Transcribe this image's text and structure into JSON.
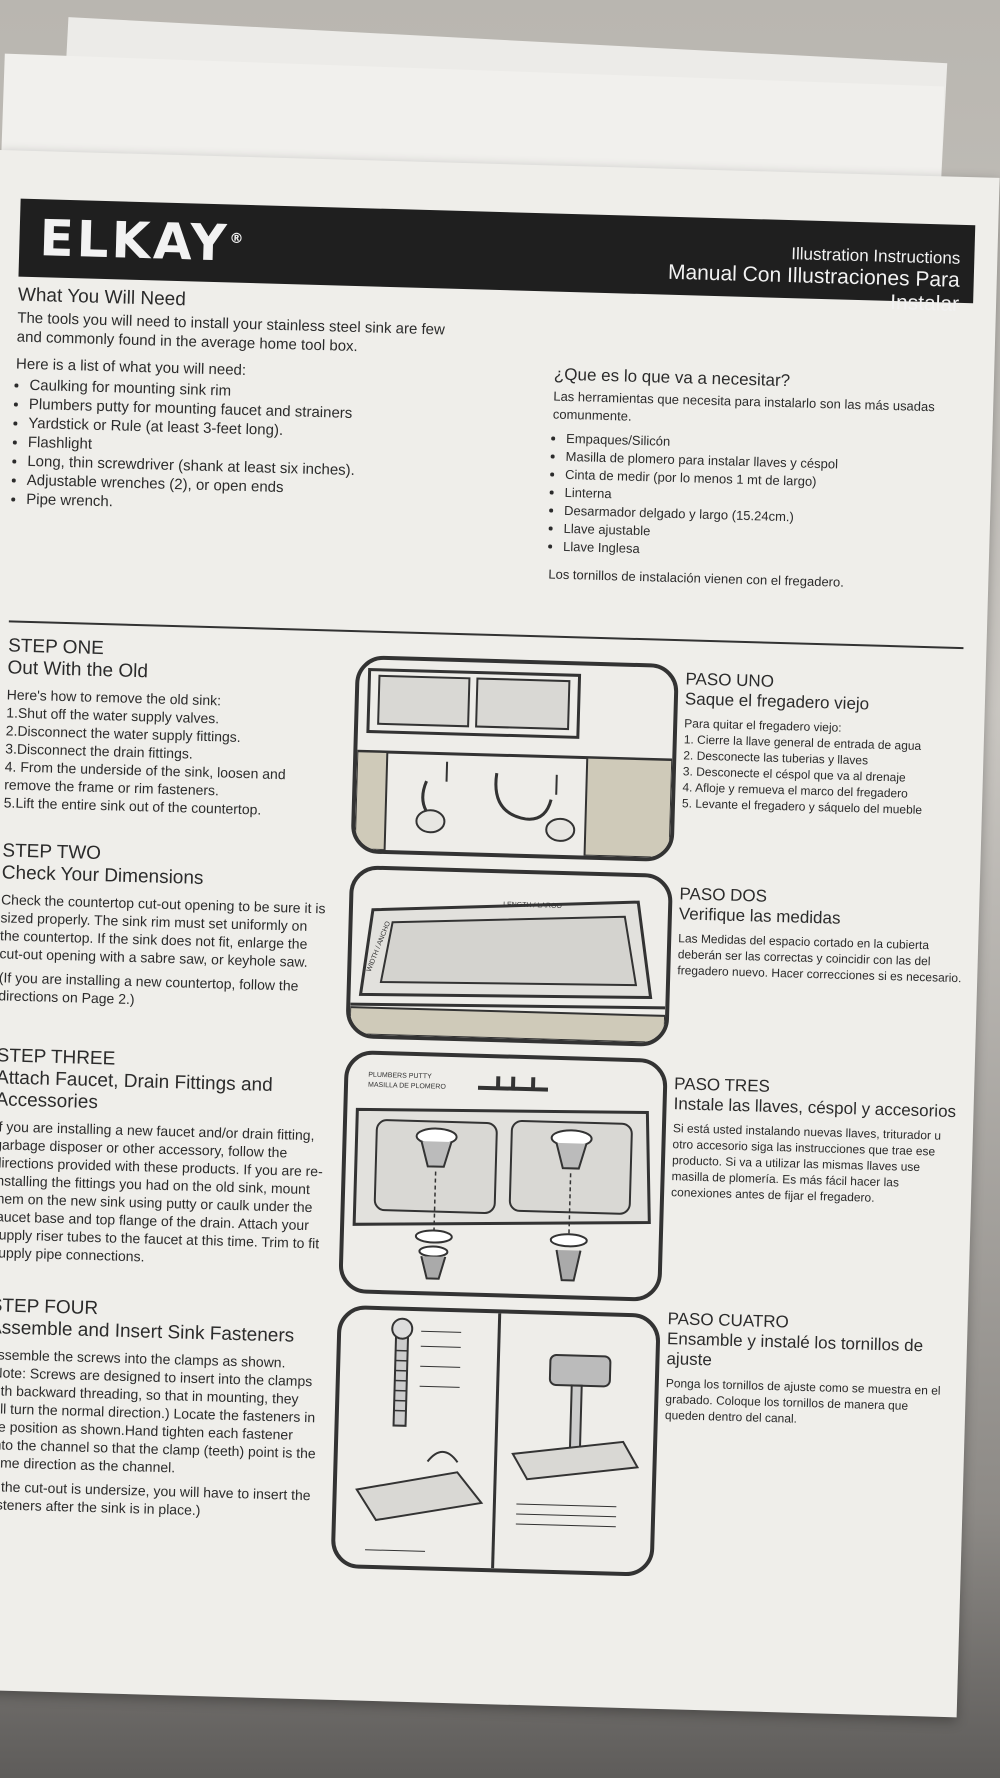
{
  "header": {
    "logo": "ELKAY",
    "title_en": "Illustration Instructions",
    "title_es": "Manual Con Illustraciones Para Instalar"
  },
  "what_you_need": {
    "heading": "What You Will Need",
    "intro": "The tools you will need to install your stainless steel sink are few and commonly found in the average home tool box.",
    "list_intro": "Here is a list of what you will need:",
    "items": [
      "Caulking for mounting sink rim",
      "Plumbers putty for mounting faucet and strainers",
      "Yardstick or Rule (at least 3-feet long).",
      "Flashlight",
      "Long, thin screwdriver (shank at least six inches).",
      "Adjustable wrenches (2), or open ends",
      "Pipe wrench."
    ]
  },
  "que_necesitar": {
    "heading": "¿Que es lo que va a necesitar?",
    "intro": "Las herramientas que necesita para instalarlo son las más usadas comunmente.",
    "items": [
      "Empaques/Silicón",
      "Masilla de plomero para instalar llaves y céspol",
      "Cinta de medir (por lo menos 1 mt de largo)",
      "Linterna",
      "Desarmador delgado y largo (15.24cm.)",
      "Llave ajustable",
      "Llave Inglesa"
    ],
    "note": "Los tornillos de instalación vienen con el fregadero."
  },
  "steps": [
    {
      "label": "STEP ONE",
      "title": "Out With the Old",
      "intro": "Here's how to remove the old sink:",
      "items": [
        "1.Shut off the water supply valves.",
        "2.Disconnect the water supply fittings.",
        "3.Disconnect the drain fittings.",
        "4. From the underside of the sink, loosen and remove the frame or rim fasteners.",
        "5.Lift the entire sink out of the countertop."
      ]
    },
    {
      "label": "STEP TWO",
      "title": "Check Your Dimensions",
      "body": "Check the countertop cut-out opening to be sure it is sized properly. The sink rim must set uniformly on the countertop. If the sink does not fit, enlarge the cut-out opening with a sabre saw, or keyhole saw.",
      "note": "(If you are installing a new countertop, follow the directions on Page 2.)"
    },
    {
      "label": "STEP THREE",
      "title": "Attach Faucet, Drain Fittings and Accessories",
      "body": "If you are installing a new faucet and/or drain fitting, garbage disposer or other accessory, follow the directions provided with these products. If you are re-installing the fittings you had on the old sink, mount them on the new sink using putty or caulk under the faucet base and top flange of the drain. Attach your supply riser tubes to the faucet at this time. Trim to fit supply pipe connections."
    },
    {
      "label": "STEP FOUR",
      "title": "Assemble and Insert Sink Fasteners",
      "body": "Assemble the screws into the clamps as shown. (Note: Screws are designed to insert into the clamps with backward threading, so that in mounting, they will turn the normal direction.) Locate the fasteners in the position as shown.Hand tighten each fastener onto the channel so that the clamp (teeth) point is the same direction as the channel.",
      "note": "(If the cut-out is undersize, you will have to insert the fasteners after the sink is in place.)"
    }
  ],
  "pasos": [
    {
      "label": "PASO UNO",
      "title": "Saque el fregadero viejo",
      "intro": "Para quitar el fregadero viejo:",
      "items": [
        "1. Cierre la llave general de entrada de agua",
        "2. Desconecte las tuberias y llaves",
        "3. Desconecte el céspol que va al drenaje",
        "4. Afloje y remueva el marco del fregadero",
        "5. Levante el fregadero y sáquelo del mueble"
      ]
    },
    {
      "label": "PASO DOS",
      "title": "Verifique las medidas",
      "body": "Las Medidas del espacio cortado en la cubierta deberán ser las correctas y coincidir con las del fregadero nuevo. Hacer correcciones si es necesario."
    },
    {
      "label": "PASO TRES",
      "title": "Instale las llaves, céspol y accesorios",
      "body": "Si está usted instalando nuevas llaves, triturador u otro accesorio siga las instrucciones que trae ese producto. Si va a utilizar las mismas llaves use masilla de plomería. Es más fácil hacer las conexiones antes de fijar el fregadero."
    },
    {
      "label": "PASO CUATRO",
      "title": "Ensamble y instalé los tornillos de ajuste",
      "body": "Ponga los tornillos de ajuste como se muestra en el grabado. Coloque los tornillos de manera que queden dentro del canal."
    }
  ],
  "illustrations": {
    "step2_length_label": "LENGTH / LARGO",
    "step2_width_label": "WIDTH / ANCHO",
    "step3_putty_label_1": "PLUMBERS PUTTY",
    "step3_putty_label_2": "MASILLA DE PLOMERO"
  },
  "colors": {
    "banner": "#1f1f1f",
    "paper": "#efeeea",
    "ink": "#2b2b2b"
  }
}
